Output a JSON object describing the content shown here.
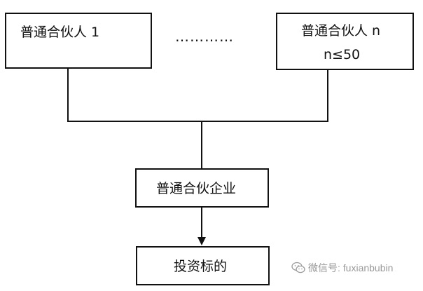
{
  "diagram": {
    "partner_first": "普通合伙人 1",
    "ellipsis": "…………",
    "partner_last_line1": "普通合伙人 n",
    "partner_last_line2": "n≤50",
    "enterprise": "普通合伙企业",
    "target": "投资标的"
  },
  "watermark": {
    "text": "微信号: fuxianbubin",
    "icon": "wechat-icon"
  },
  "colors": {
    "line": "#111111",
    "watermark": "#9a9a9a"
  }
}
